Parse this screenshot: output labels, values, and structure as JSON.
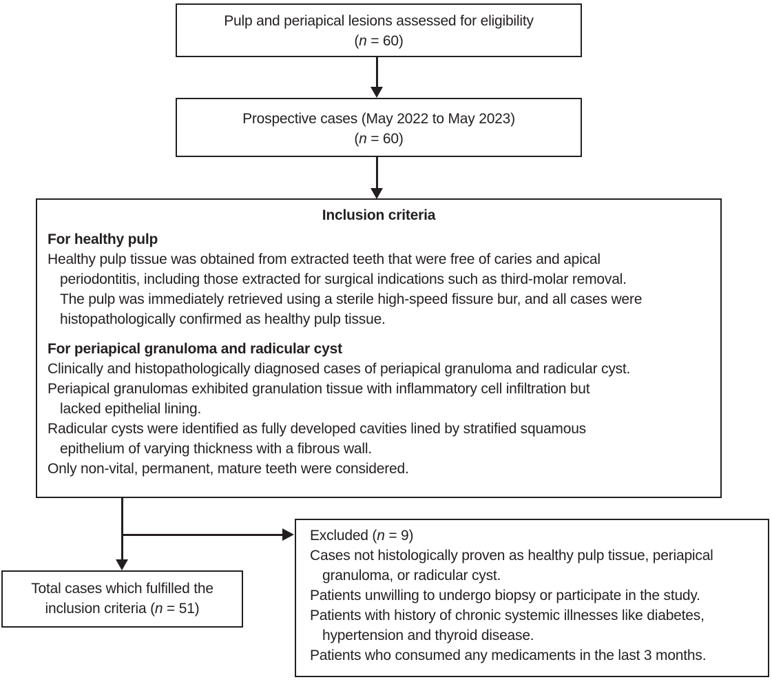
{
  "palette": {
    "text": "#231f20",
    "border": "#231f20",
    "background": "#ffffff"
  },
  "eligibility_box": {
    "line1": "Pulp and periapical lesions assessed for eligibility",
    "count_open": "(",
    "count_var": "n",
    "count_close": " = 60)"
  },
  "prospective_box": {
    "line1": "Prospective cases (May 2022 to May 2023)",
    "count_open": "(",
    "count_var": "n",
    "count_close": " = 60)"
  },
  "inclusion_box": {
    "title": "Inclusion criteria",
    "healthy_pulp": {
      "heading": "For healthy pulp",
      "lines": [
        "Healthy pulp tissue was obtained from extracted teeth that were free of caries and apical",
        "periodontitis, including those extracted for surgical indications such as third-molar removal.",
        "The pulp was immediately retrieved using a sterile high-speed fissure bur, and all cases were",
        "histopathologically confirmed as healthy pulp tissue."
      ]
    },
    "granuloma_cyst": {
      "heading": "For periapical granuloma and radicular cyst",
      "lines": [
        "Clinically and histopathologically diagnosed cases of periapical granuloma and radicular cyst.",
        "Periapical granulomas exhibited granulation tissue with inflammatory cell infiltration but",
        "lacked epithelial lining.",
        "Radicular cysts were identified as fully developed cavities lined by stratified squamous",
        "epithelium of varying thickness with a fibrous wall.",
        "Only non-vital, permanent, mature teeth were considered."
      ]
    }
  },
  "excluded_box": {
    "title_open": "Excluded (",
    "title_var": "n",
    "title_close": " = 9)",
    "lines": [
      "Cases not histologically proven as healthy pulp tissue, periapical",
      "granuloma, or radicular cyst.",
      "Patients unwilling to undergo biopsy or participate in the study.",
      "Patients with history of chronic systemic illnesses like diabetes,",
      "hypertension and thyroid disease.",
      "Patients who consumed any medicaments in the last 3 months."
    ]
  },
  "total_box": {
    "line1": "Total cases which fulfilled the",
    "line2_open": "inclusion criteria (",
    "line2_var": "n",
    "line2_close": " = 51)"
  }
}
